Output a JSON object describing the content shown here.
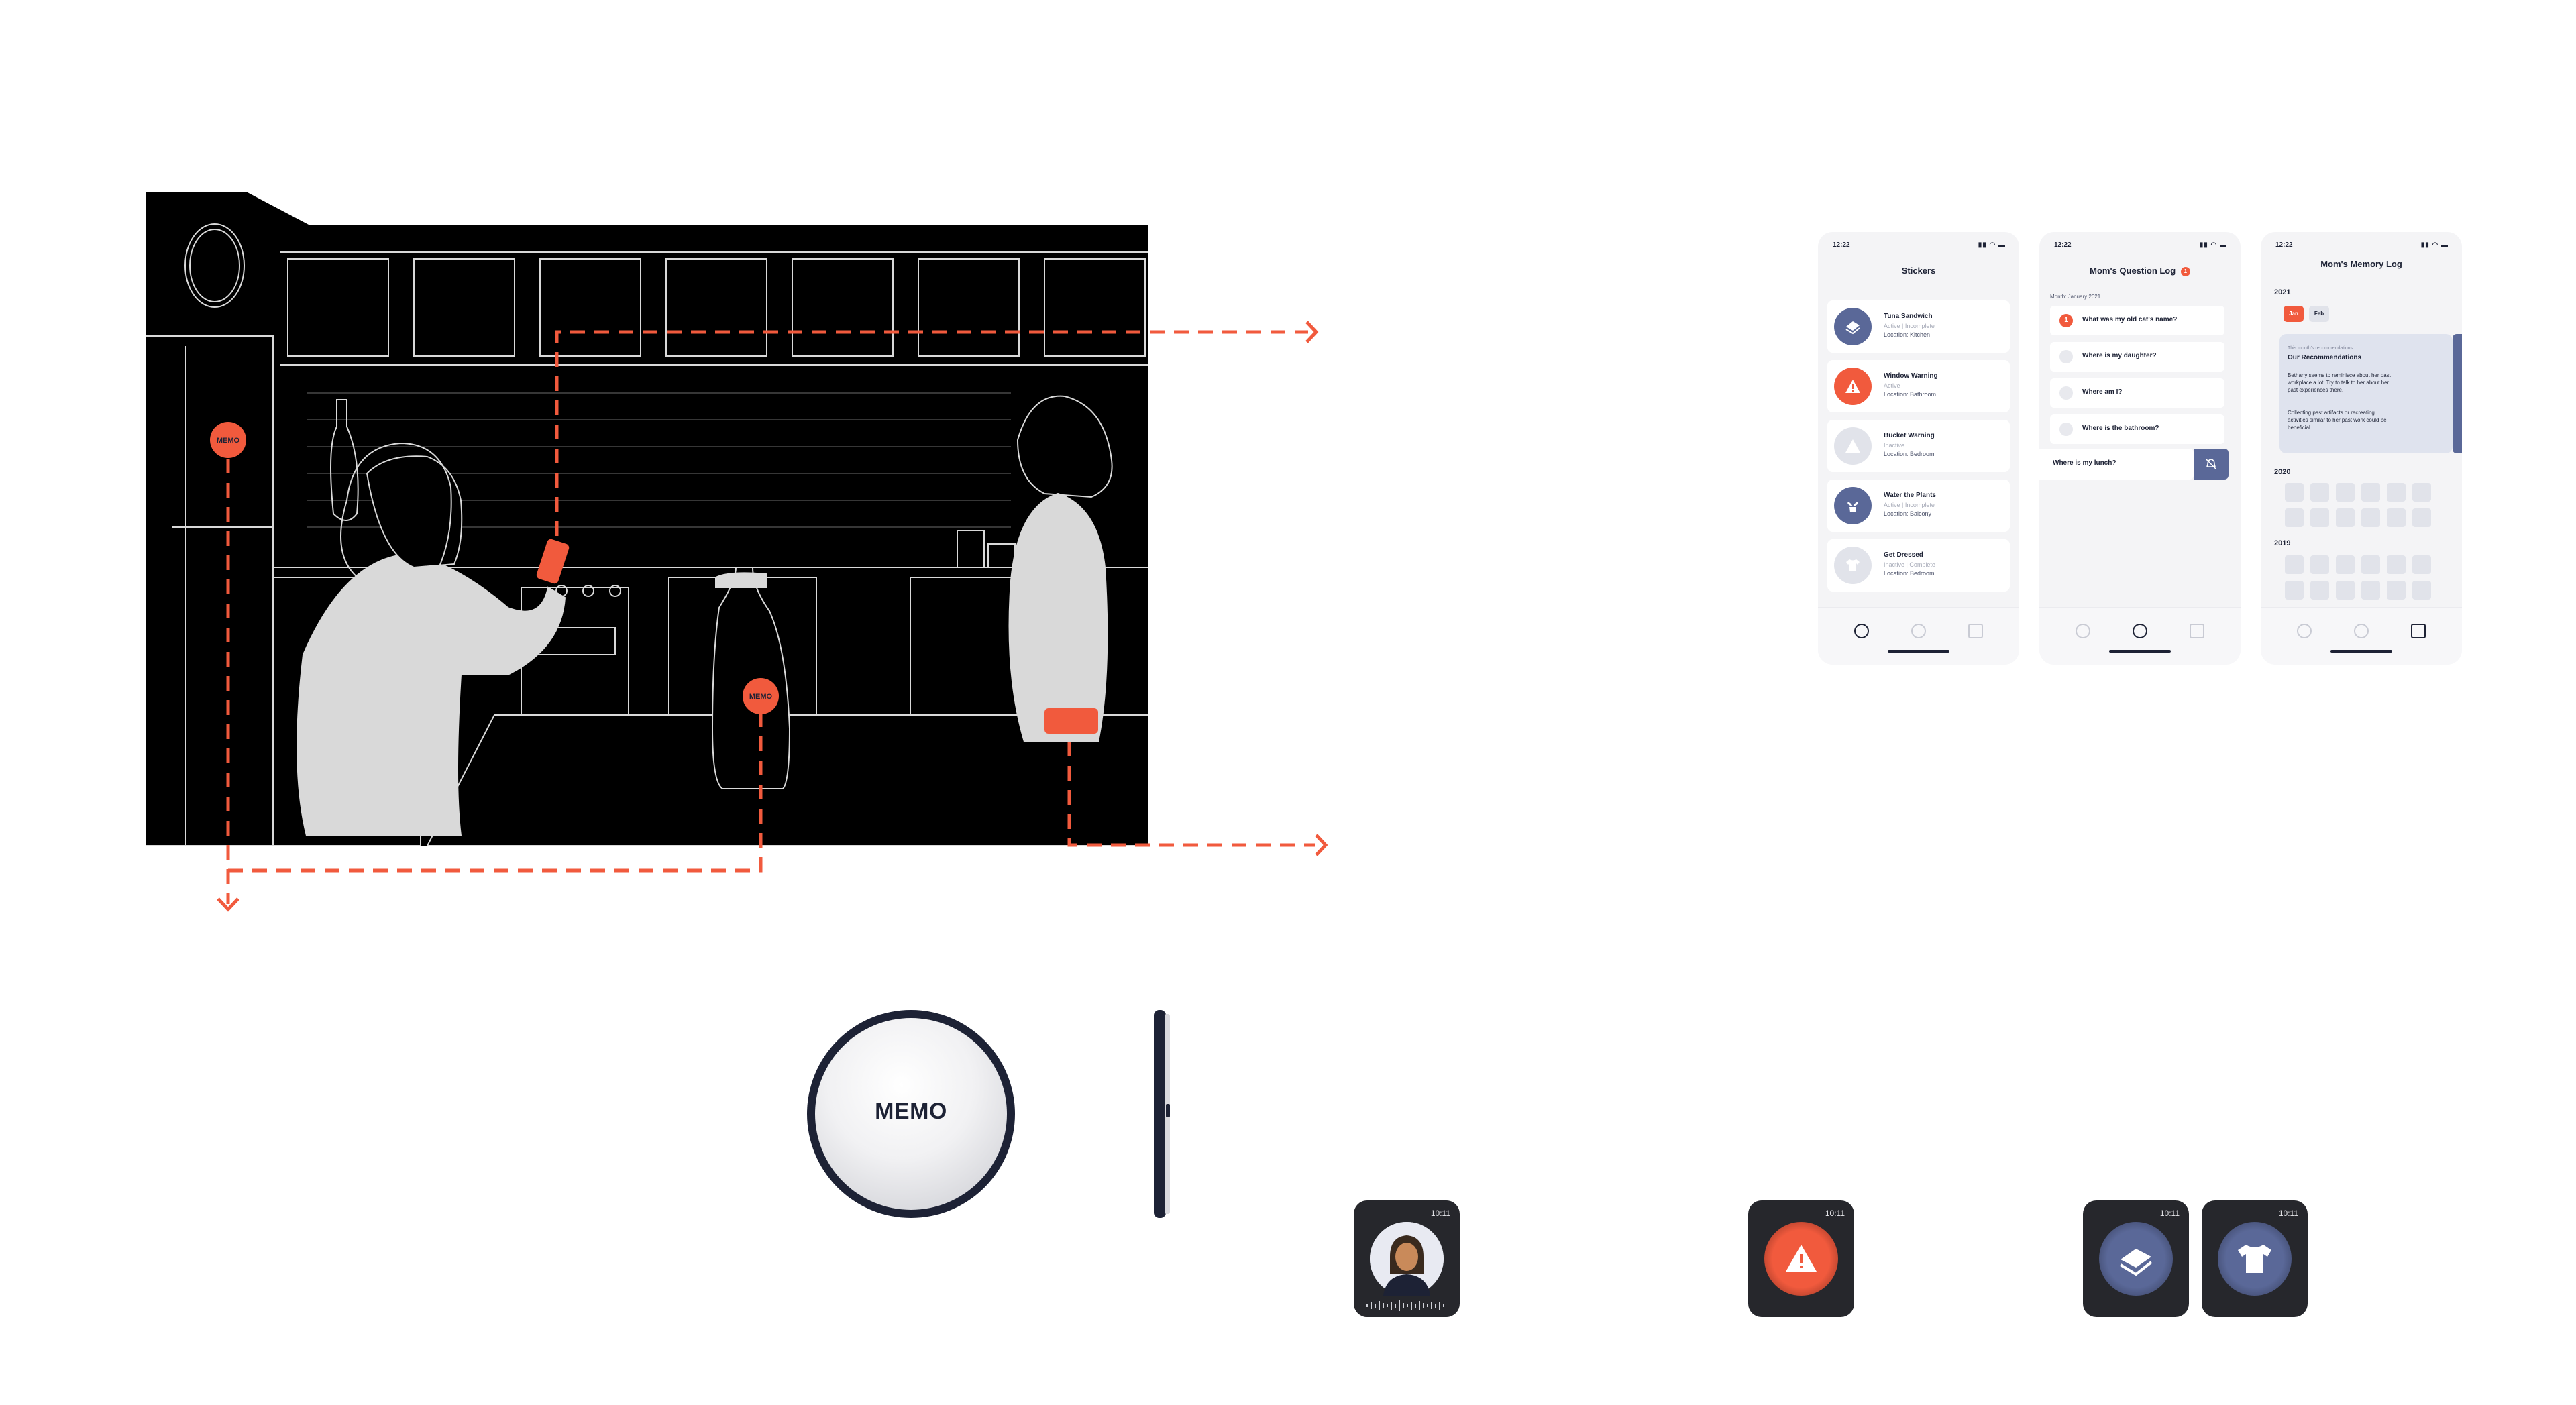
{
  "scene": {
    "tags": {
      "cabinet": "MEMO",
      "bottle": "MEMO"
    },
    "colors": {
      "accent": "#f15a3d",
      "background": "#000000",
      "line": "#ffffff"
    }
  },
  "memo_device": {
    "label": "MEMO"
  },
  "phones": {
    "stickers": {
      "status_time": "12:22",
      "title": "Stickers",
      "cards": [
        {
          "title": "Tuna Sandwich",
          "status": "Active | Incomplete",
          "location": "Location: Kitchen",
          "icon": "sandwich-icon",
          "color": "#5a6898"
        },
        {
          "title": "Window Warning",
          "status": "Active",
          "location": "Location: Bathroom",
          "icon": "warning-icon",
          "color": "#f15a3d"
        },
        {
          "title": "Bucket Warning",
          "status": "Inactive",
          "location": "Location: Bedroom",
          "icon": "warning-icon",
          "color": "#e1e3ea"
        },
        {
          "title": "Water the Plants",
          "status": "Active | Incomplete",
          "location": "Location: Balcony",
          "icon": "plant-icon",
          "color": "#5a6898"
        },
        {
          "title": "Get Dressed",
          "status": "Inactive | Complete",
          "location": "Location: Bedroom",
          "icon": "shirt-icon",
          "color": "#e1e3ea"
        }
      ]
    },
    "questions": {
      "status_time": "12:22",
      "title": "Mom's Question Log",
      "badge": "1",
      "month": "Month: January 2021",
      "items": [
        {
          "dot": "1",
          "text": "What was my old cat's name?"
        },
        {
          "dot": "",
          "text": "Where is my daughter?"
        },
        {
          "dot": "",
          "text": "Where am I?"
        },
        {
          "dot": "",
          "text": "Where is the bathroom?"
        }
      ],
      "swiped": {
        "text": "Where is my lunch?",
        "action_icon": "bell-off-icon"
      }
    },
    "memory": {
      "status_time": "12:22",
      "title": "Mom's Memory Log",
      "year_current": "2021",
      "months": [
        "Jan",
        "Feb"
      ],
      "reco_kicker": "This month's recommendations",
      "reco_heading": "Our Recommendations",
      "reco_p1": "Bethany seems to reminisce about her past workplace a lot. Try to talk to her about her past experiences there.",
      "reco_p2": "Collecting past artifacts or recreating activities similar to her past work could be beneficial.",
      "year_prev": "2020",
      "year_prev2": "2019"
    }
  },
  "watches": [
    {
      "time": "10:11",
      "icon": "avatar-icon"
    },
    {
      "time": "10:11",
      "icon": "warning-icon"
    },
    {
      "time": "10:11",
      "icon": "sandwich-icon"
    },
    {
      "time": "10:11",
      "icon": "shirt-icon"
    }
  ]
}
